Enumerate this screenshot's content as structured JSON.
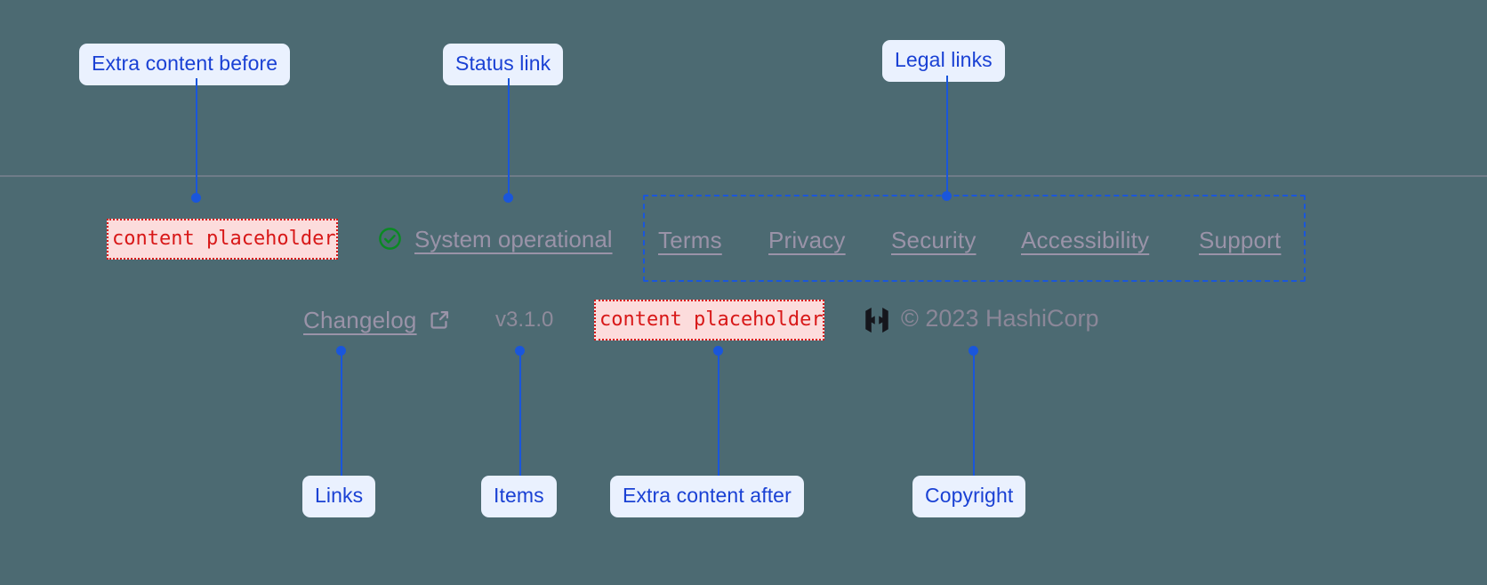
{
  "meta": {
    "background_color": "#4c6a72",
    "annotation_color": "#1a56db",
    "chip_bg_color": "#eaf1fe",
    "chip_text_color": "#1a41d4",
    "placeholder_border_color": "#d81818",
    "placeholder_bg_color": "#fcdcdc",
    "muted_text_color": "#9a93a8",
    "status_ok_color": "#0a8a23",
    "separator_color": "#8d8a9a"
  },
  "annotations": {
    "extra_content_before": "Extra content before",
    "status_link": "Status link",
    "legal_links": "Legal links",
    "links": "Links",
    "items": "Items",
    "extra_content_after": "Extra content after",
    "copyright": "Copyright"
  },
  "footer": {
    "placeholder_before": "content placeholder",
    "placeholder_after": "content placeholder",
    "status": {
      "icon": "check-circle-icon",
      "label": "System operational"
    },
    "legal_links": [
      {
        "label": "Terms"
      },
      {
        "label": "Privacy"
      },
      {
        "label": "Security"
      },
      {
        "label": "Accessibility"
      },
      {
        "label": "Support"
      }
    ],
    "changelog": {
      "label": "Changelog",
      "icon": "external-link-icon"
    },
    "version": "v3.1.0",
    "brand": {
      "logo": "hashicorp-logo-icon",
      "copyright": "© 2023 HashiCorp"
    }
  }
}
